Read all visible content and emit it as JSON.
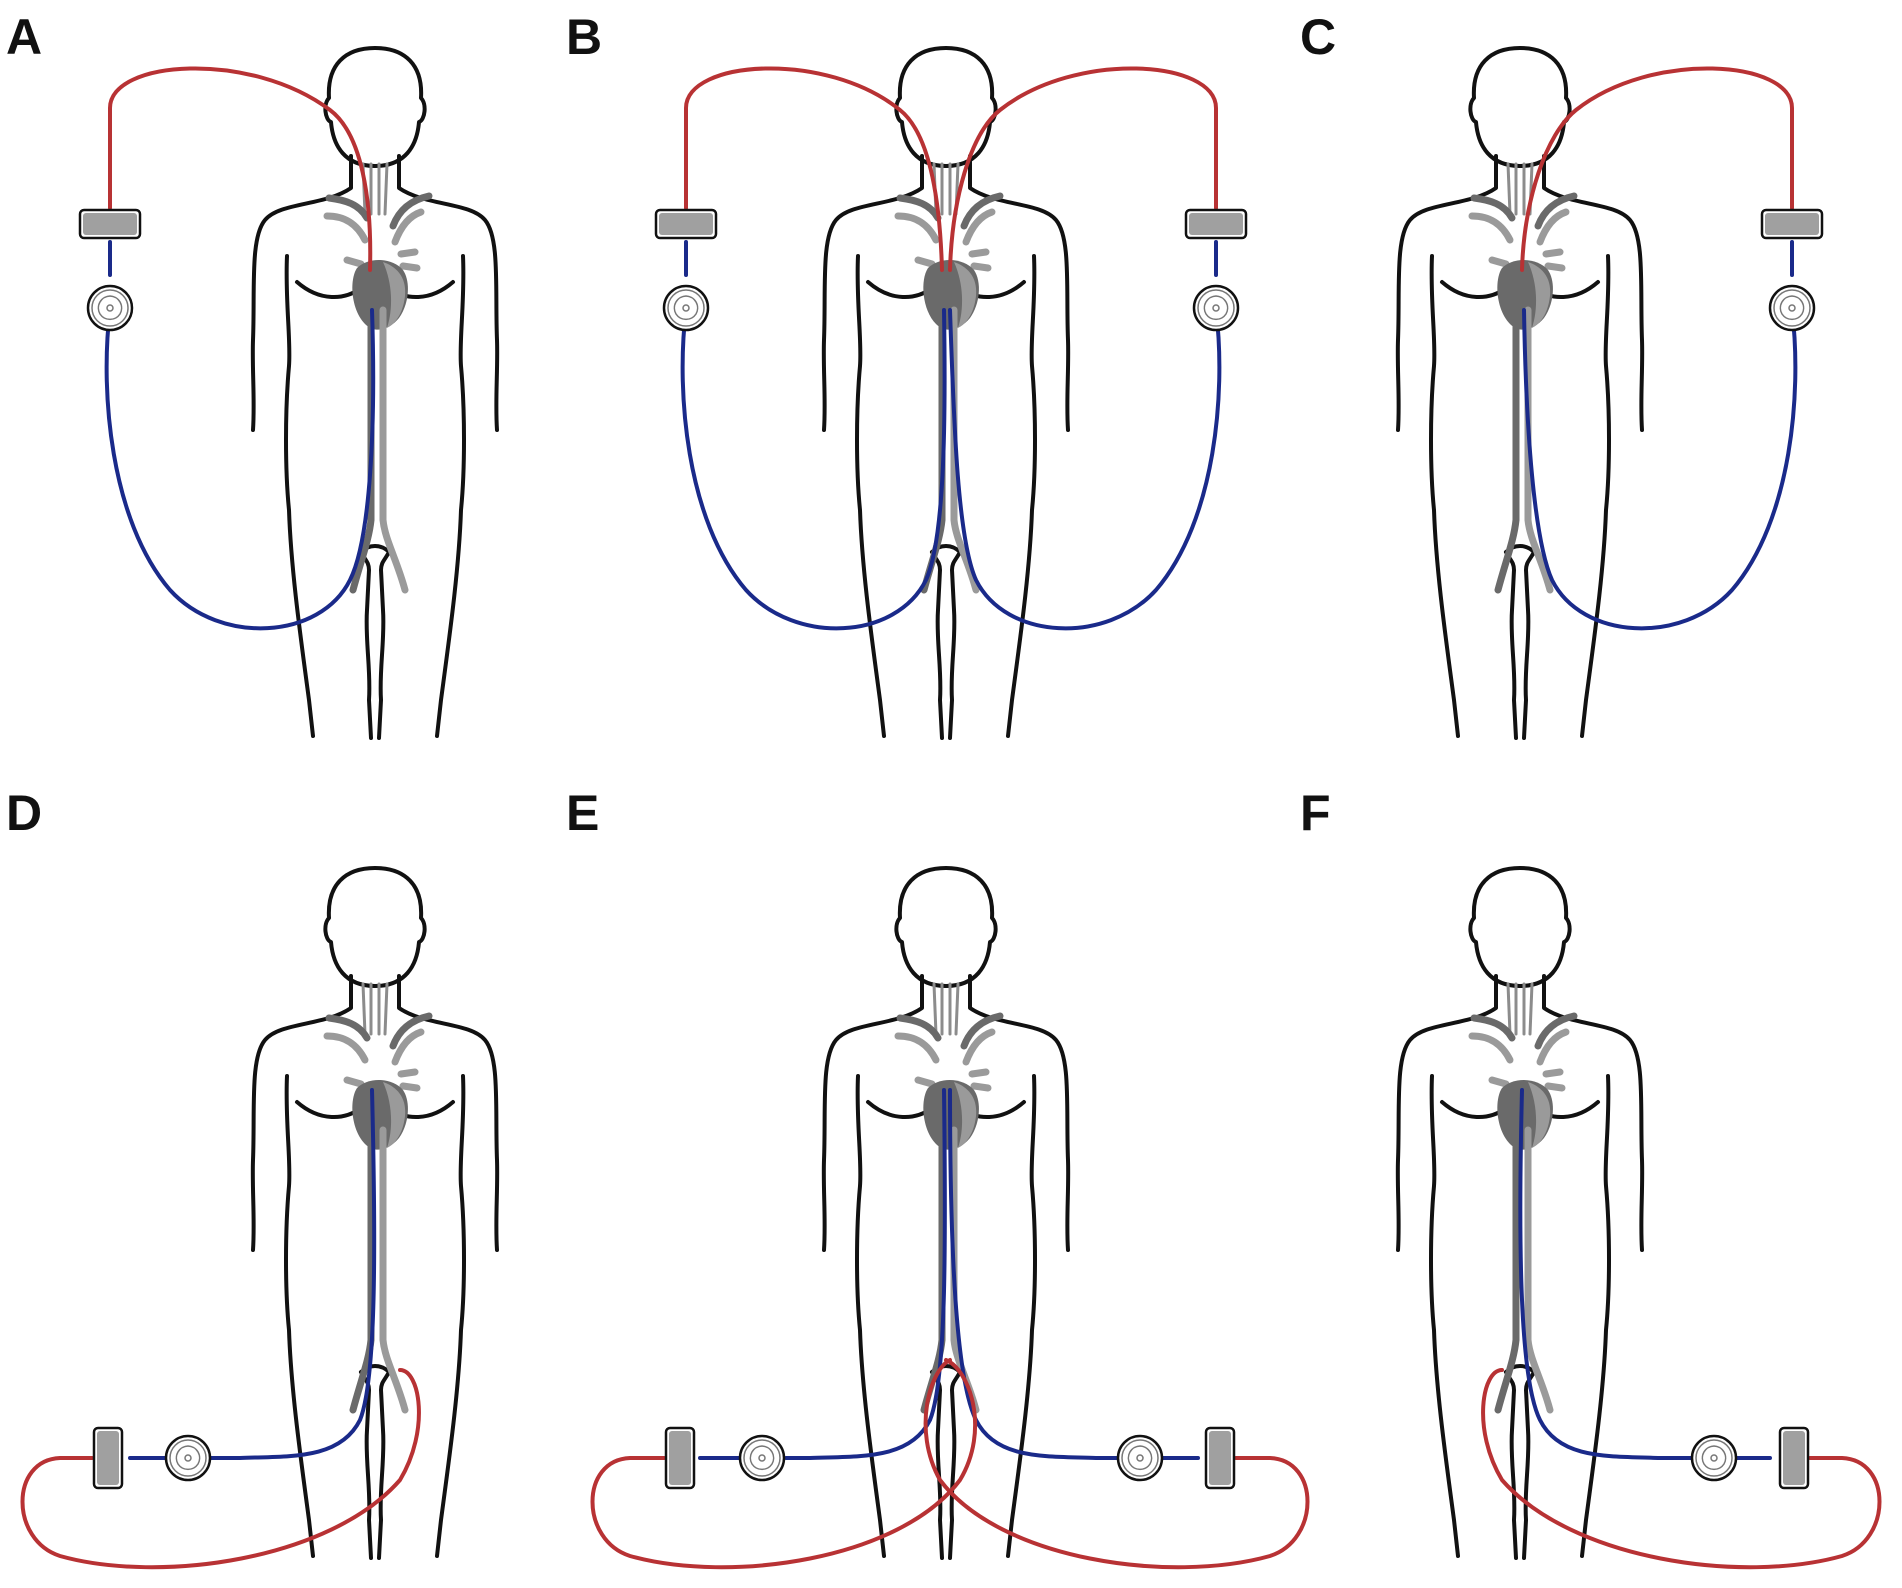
{
  "colors": {
    "arterial_return": "#b83234",
    "venous_drainage": "#1a2a8a",
    "vessel_dark": "#6a6a6a",
    "vessel_light": "#9a9a9a",
    "heart": "#707070",
    "oxygenator": "#a0a0a0"
  },
  "panels": [
    {
      "label": "A"
    },
    {
      "label": "B"
    },
    {
      "label": "C"
    },
    {
      "label": "D"
    },
    {
      "label": "E"
    },
    {
      "label": "F"
    }
  ]
}
